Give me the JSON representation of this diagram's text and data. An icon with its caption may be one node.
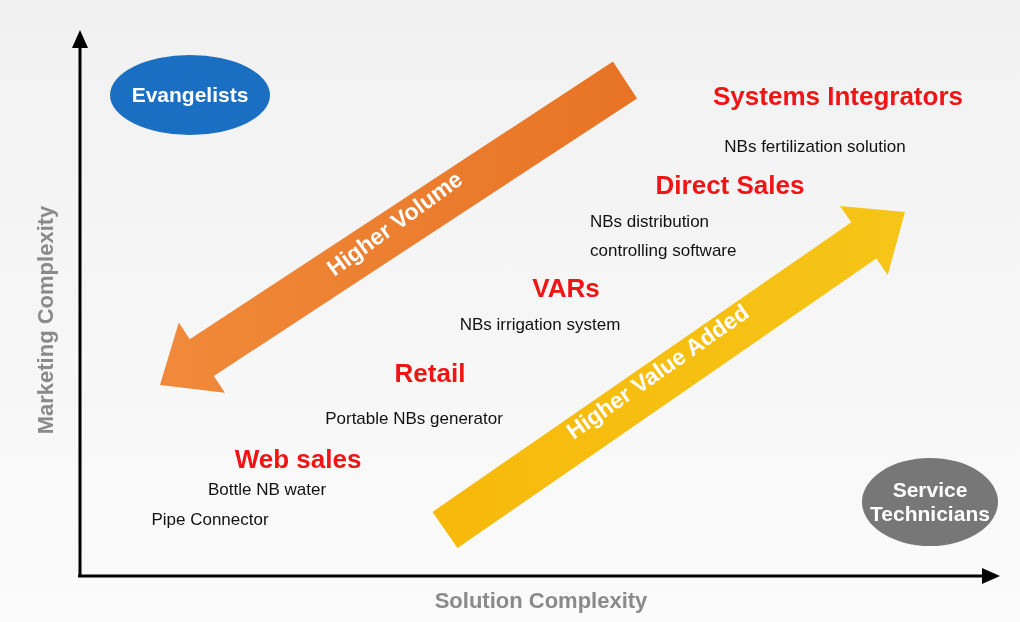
{
  "diagram": {
    "nodes": [
      {
        "text": [
          "Evangelists"
        ]
      },
      {
        "text": [
          "Service Technicians"
        ]
      }
    ],
    "edges": [],
    "labels": [
      "Systems Integrators",
      "NBs fertilization solution",
      "Direct Sales",
      "NBs distribution controlling software",
      "VARs",
      "NBs irrigation system",
      "Retail",
      "Portable NBs generator",
      "Web sales",
      "Bottle NB water",
      "Pipe Connector",
      "Higher Volume",
      "Higher Value Added",
      "Marketing Complexity",
      "Solution Complexity"
    ]
  }
}
